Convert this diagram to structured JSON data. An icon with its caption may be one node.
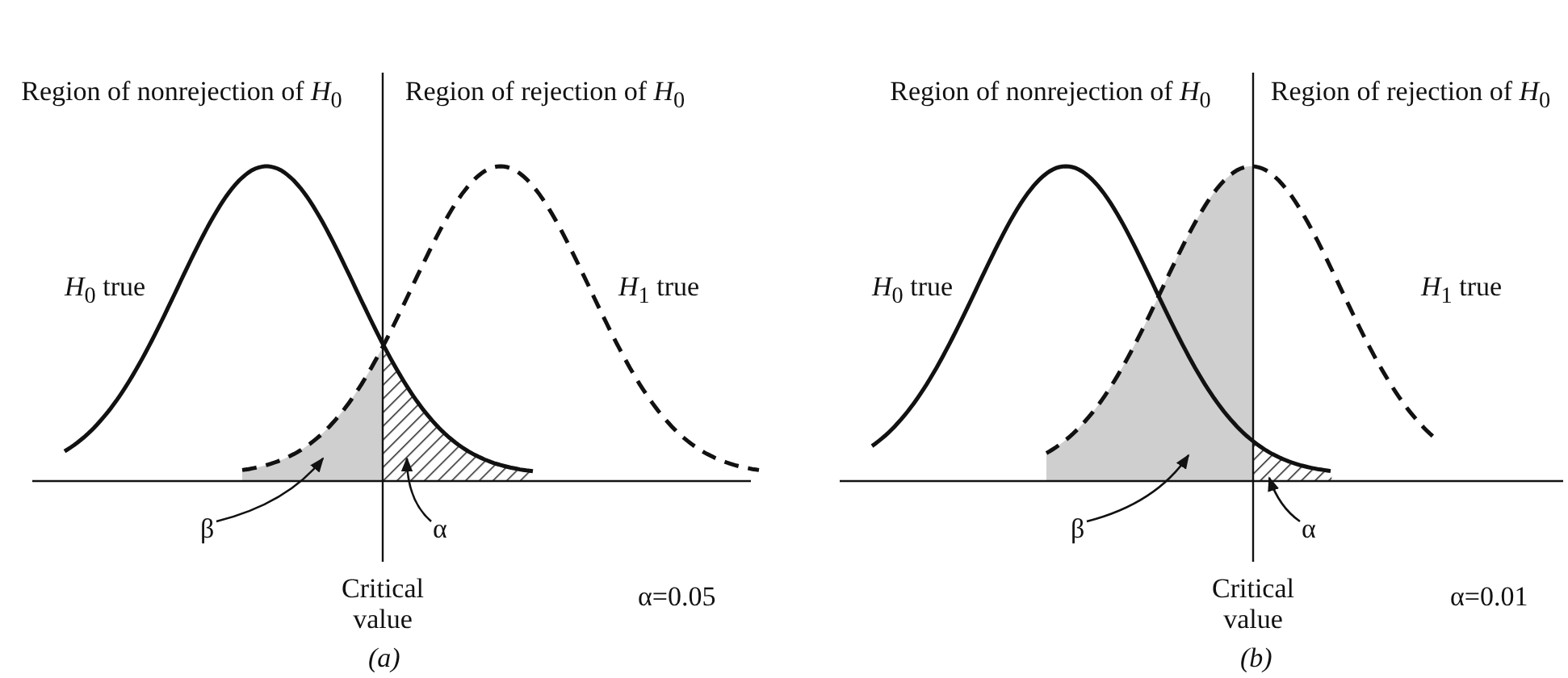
{
  "diagram": {
    "nodes": [
      {
        "text": [
          "β"
        ]
      },
      {
        "text": [
          "α"
        ]
      },
      {
        "text": [
          "β"
        ]
      },
      {
        "text": [
          "α"
        ]
      }
    ],
    "edges": [
      {
        "from": 0,
        "to": null,
        "arrow": "to"
      },
      {
        "from": 1,
        "to": null,
        "arrow": "to"
      },
      {
        "from": 2,
        "to": null,
        "arrow": "to"
      },
      {
        "from": 3,
        "to": null,
        "arrow": "to"
      }
    ],
    "labels": [
      "Region of nonrejection of *H*$_{0}$",
      "Region of rejection of *H*$_{0}$",
      "*H*$_{0}$ true",
      "*H*$_{1}$ true",
      "Critical value",
      "α=0.05",
      "(a)",
      "Region of nonrejection of *H*$_{0}$",
      "Region of rejection of *H*$_{0}$",
      "*H*$_{0}$ true",
      "*H*$_{1}$ true",
      "Critical value",
      "α=0.01",
      "(b)"
    ]
  }
}
